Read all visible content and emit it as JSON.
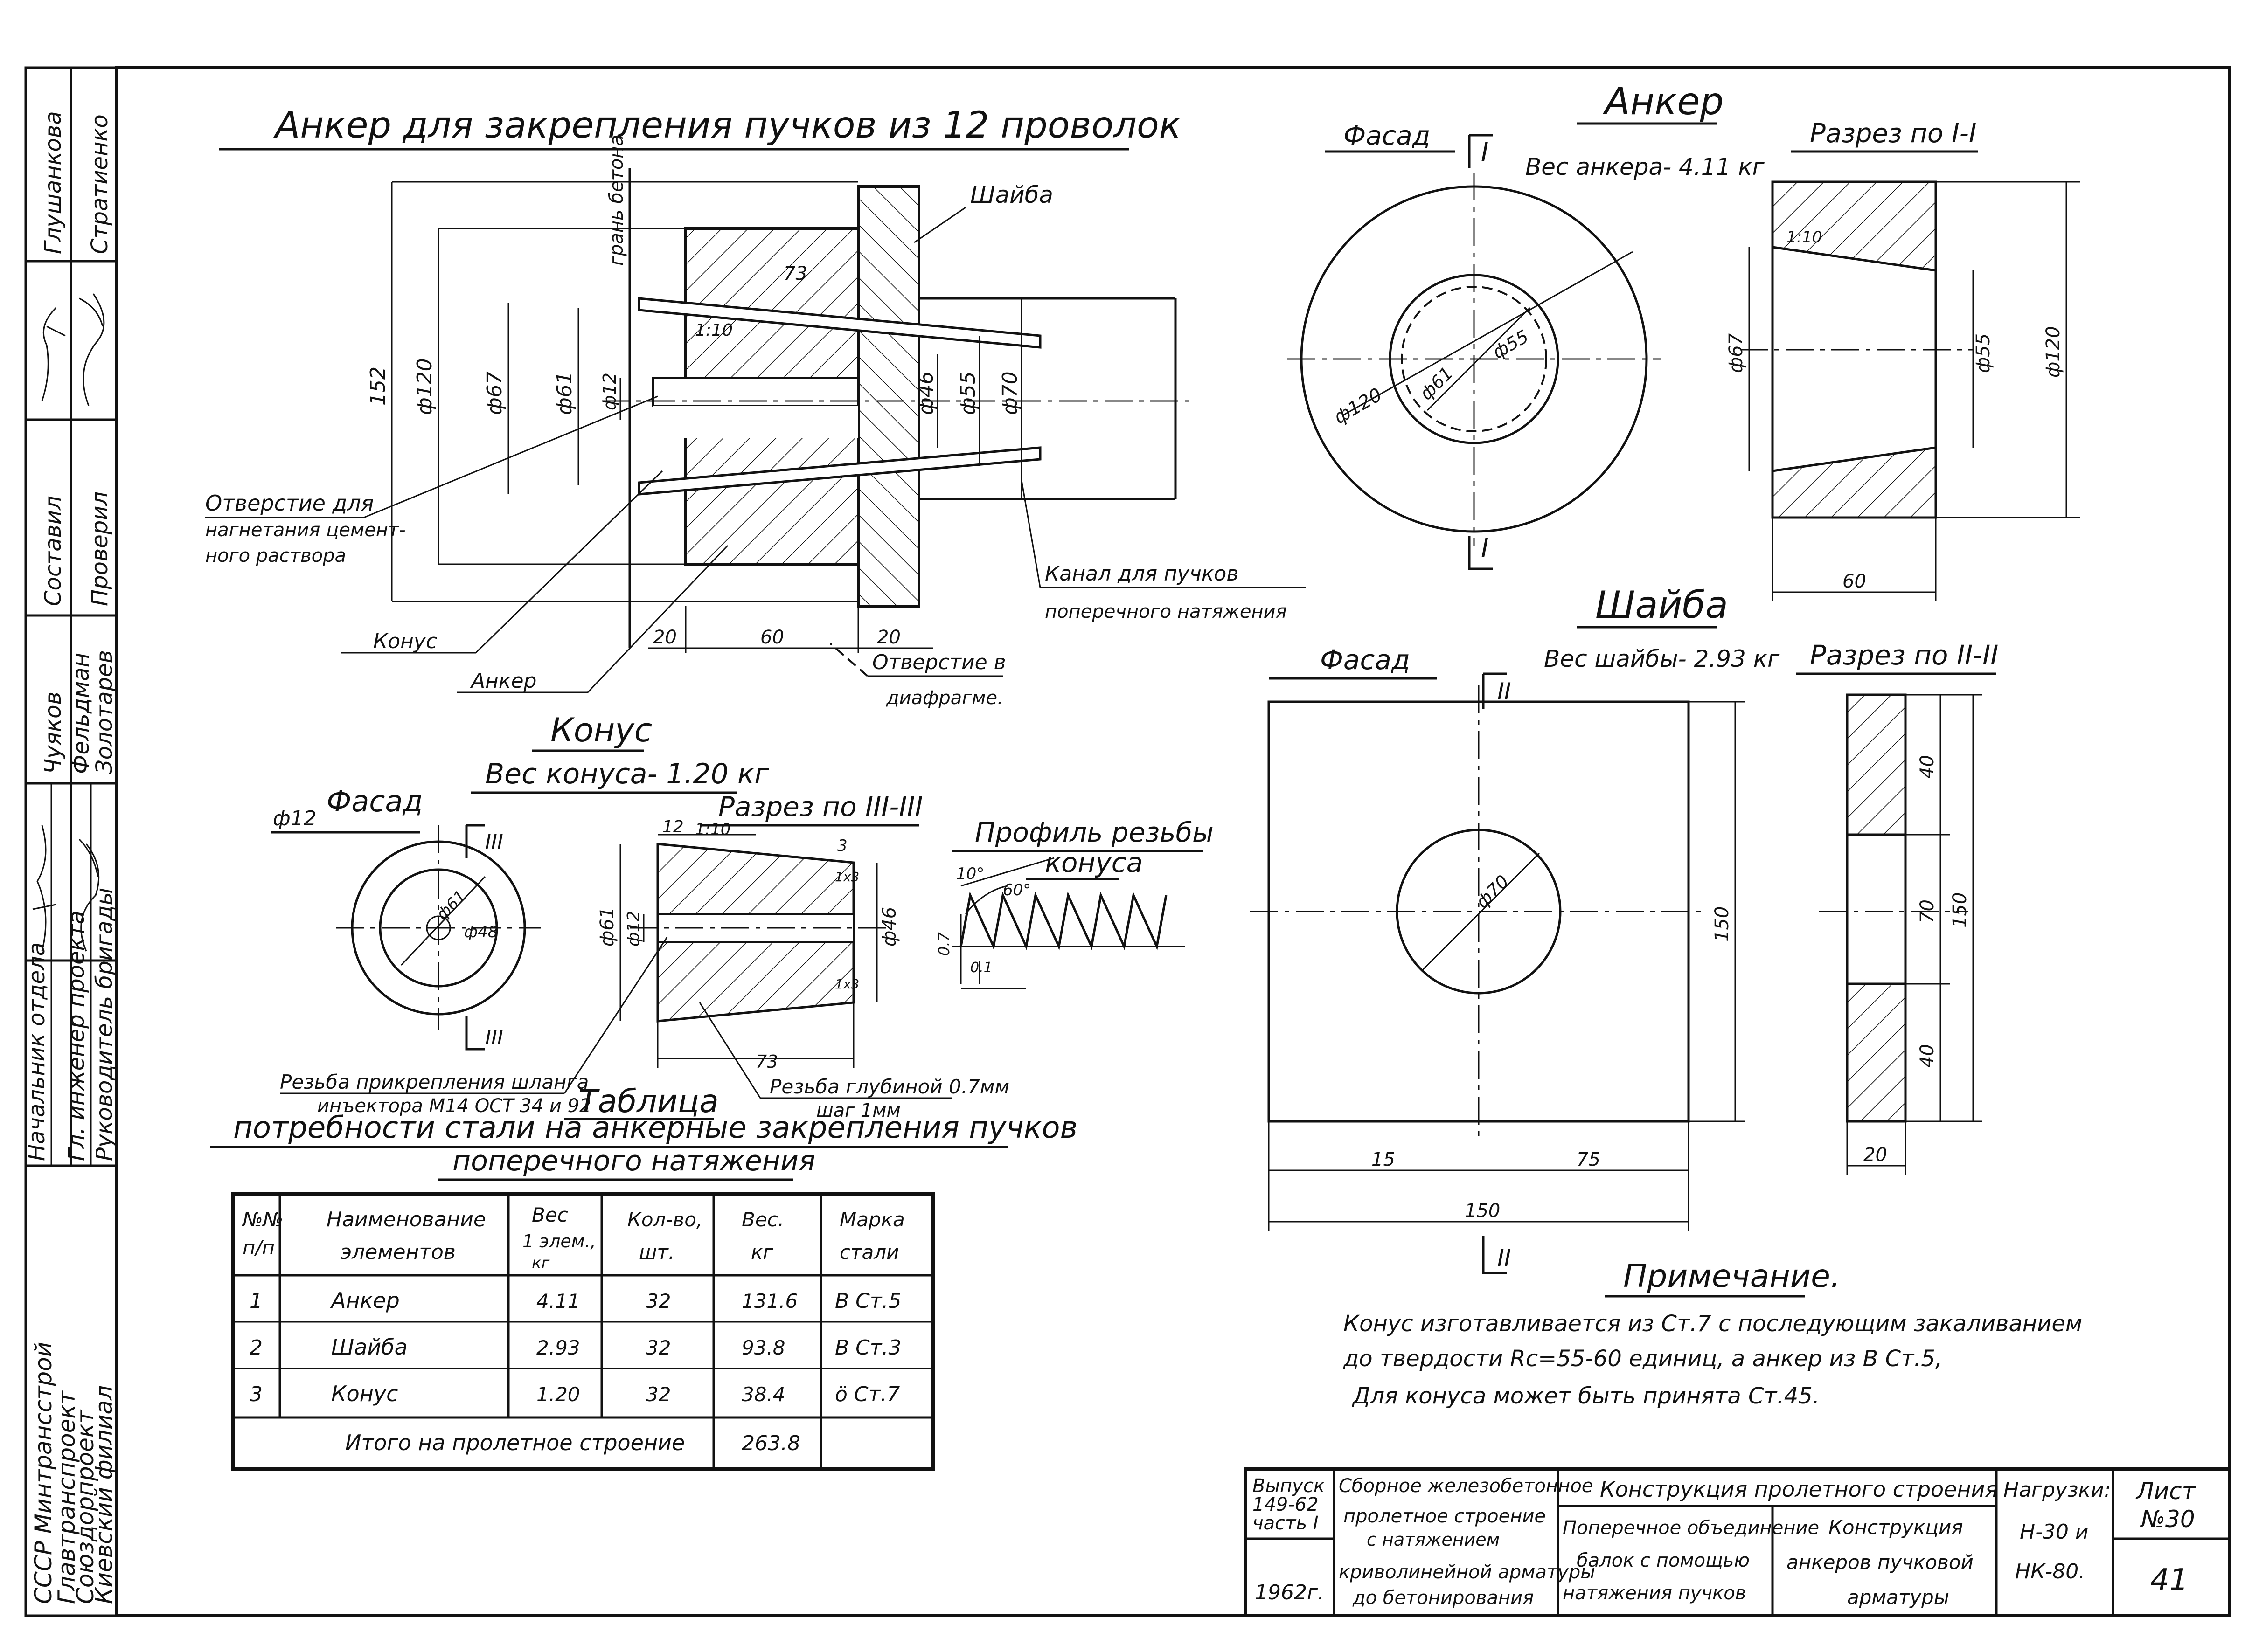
{
  "anchor_assembly": {
    "title": "Анкер для закрепления пучков из 12 проволок",
    "labels": {
      "shaiba": "Шайба",
      "gran_betona": "грань бетона",
      "otverstie": [
        "Отверстие для",
        "нагнетания цемент-",
        "ного раствора"
      ],
      "konus": "Конус",
      "anker": "Анкер",
      "kanal": [
        "Канал для пучков",
        "поперечного натяжения"
      ],
      "otverstie_diafragme": [
        "Отверстие в",
        "диафрагме."
      ]
    },
    "dims": {
      "d152": "152",
      "d120": "ф120",
      "d67": "ф67",
      "d61": "ф61",
      "d12": "ф12",
      "d46": "ф46",
      "d55": "ф55",
      "d70": "ф70",
      "l73": "73",
      "taper": "1:10",
      "w20a": "20",
      "w60": "60",
      "w20b": "20"
    }
  },
  "anchor": {
    "title": "Анкер",
    "facade": "Фасад",
    "section_mark": "I",
    "weight": "Вес анкера- 4.11 кг",
    "section_title": "Разрез по I-I",
    "dims": {
      "d120": "ф120",
      "d61": "ф61",
      "d55": "ф55",
      "d67": "ф67",
      "d55s": "ф55",
      "d120s": "ф120",
      "w60": "60",
      "taper": "1:10"
    }
  },
  "washer": {
    "title": "Шайба",
    "facade": "Фасад",
    "section_mark": "II",
    "weight": "Вес шайбы- 2.93 кг",
    "section_title": "Разрез по II-II",
    "dims": {
      "d70": "ф70",
      "h150": "150",
      "w15": "15",
      "w75": "75",
      "w150": "150",
      "s40a": "40",
      "s70": "70",
      "s40b": "40",
      "s150": "150",
      "t20": "20"
    }
  },
  "cone": {
    "title": "Конус",
    "weight": "Вес конуса- 1.20 кг",
    "facade": "Фасад",
    "d12": "ф12",
    "section_mark": "III",
    "section_title": "Разрез по III-III",
    "dims": {
      "d61": "ф61",
      "d48": "ф48",
      "d61s": "ф61",
      "d12s": "ф12",
      "d46": "ф46",
      "l12": "12",
      "taper": "1:10",
      "l73": "73",
      "c3": "3",
      "cs1": "1х3",
      "cs2": "1х3"
    },
    "thread_hose": [
      "Резьба прикрепления шланга",
      "инъектора М14 ОСТ 34 и 92"
    ],
    "thread_depth": [
      "Резьба глубиной 0.7мм",
      "шаг 1мм"
    ]
  },
  "thread_profile": {
    "title": [
      "Профиль резьбы",
      "конуса"
    ],
    "dims": {
      "a10": "10°",
      "a60": "60°",
      "h07": "0.7",
      "p01": "0.1"
    }
  },
  "steel_table": {
    "title": [
      "Таблица",
      "потребности стали на анкерные закрепления пучков",
      "поперечного натяжения"
    ],
    "headers": [
      [
        "№№",
        "п/п"
      ],
      [
        "Наименование",
        "элементов"
      ],
      [
        "Вес",
        "1 элем.,",
        "кг"
      ],
      [
        "Кол-во,",
        "шт."
      ],
      [
        "Вес.",
        "кг"
      ],
      [
        "Марка",
        "стали"
      ]
    ],
    "rows": [
      [
        "1",
        "Анкер",
        "4.11",
        "32",
        "131.6",
        "В Ст.5"
      ],
      [
        "2",
        "Шайба",
        "2.93",
        "32",
        "93.8",
        "В Ст.3"
      ],
      [
        "3",
        "Конус",
        "1.20",
        "32",
        "38.4",
        "ö Ст.7"
      ]
    ],
    "total_label": "Итого на пролетное строение",
    "total_value": "263.8"
  },
  "note": {
    "title": "Примечание.",
    "lines": [
      "Конус изготавливается из Ст.7 с последующим закаливанием",
      "до твердости Rc=55-60 единиц, а анкер из В Ст.5,",
      "Для конуса может быть принята Ст.45."
    ]
  },
  "side_stamp": {
    "org": [
      "СССР Минтрансстрой",
      "Главтранспроект",
      "Союздорпроект",
      "Киевский филиал"
    ],
    "roles": [
      "Начальник отдела",
      "Гл. инженер проекта",
      "Руководитель бригады"
    ],
    "names": [
      "Чуяков",
      "Фельдман",
      "Золотарев"
    ],
    "roles2": [
      "Составил",
      "Проверил"
    ],
    "names2": [
      "Глушанкова",
      "Стратиенко"
    ]
  },
  "title_block": {
    "issue": [
      "Выпуск",
      "149-62",
      "часть I"
    ],
    "year": "1962г.",
    "series": [
      "Сборное железобетонное",
      "пролетное строение",
      "с натяжением",
      "криволинейной арматуры",
      "до бетонирования"
    ],
    "header": "Конструкция пролетного строения",
    "sub1": [
      "Поперечное объединение",
      "балок с помощью",
      "натяжения пучков"
    ],
    "sub2": [
      "Конструкция",
      "анкеров пучковой",
      "арматуры"
    ],
    "loads_label": "Нагрузки:",
    "loads": [
      "Н-30 и",
      "НК-80."
    ],
    "sheet_label": "Лист",
    "sheet_no": "№30",
    "page": "41"
  }
}
